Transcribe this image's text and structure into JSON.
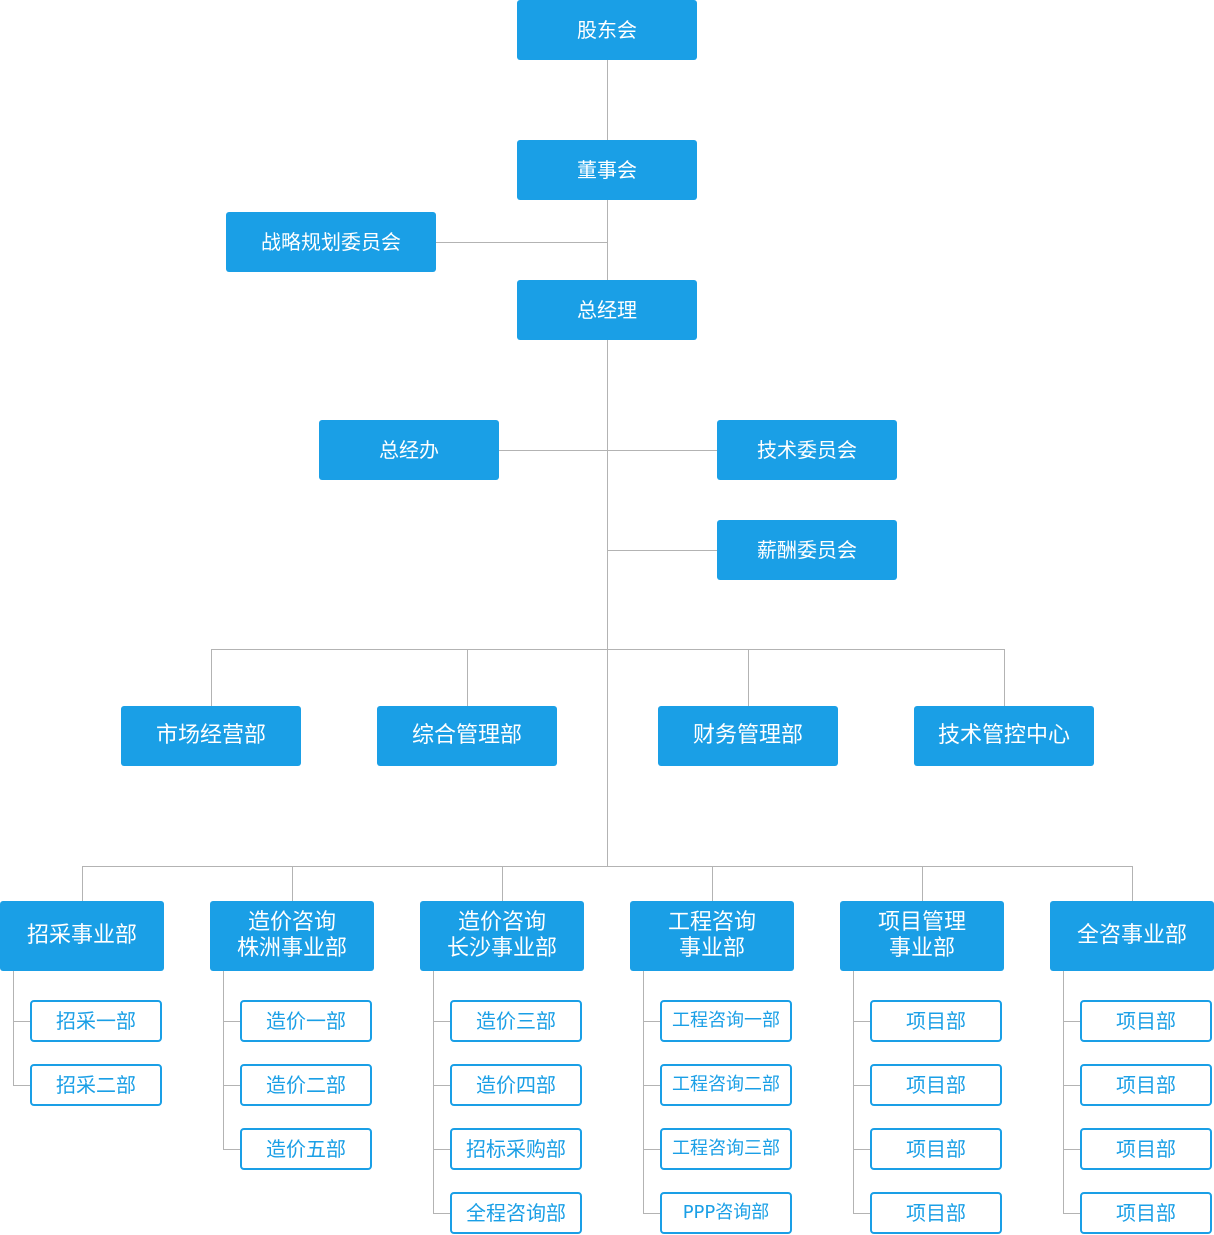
{
  "top": {
    "shareholders": "股东会",
    "board": "董事会",
    "strategy_committee": "战略规划委员会",
    "general_manager": "总经理"
  },
  "gm_units": {
    "gm_office": "总经办",
    "tech_committee": "技术委员会",
    "salary_committee": "薪酬委员会"
  },
  "functional_depts": [
    "市场经营部",
    "综合管理部",
    "财务管理部",
    "技术管控中心"
  ],
  "business_divisions": [
    {
      "name": "招采事业部",
      "subs": [
        "招采一部",
        "招采二部"
      ]
    },
    {
      "name": "造价咨询\n株洲事业部",
      "subs": [
        "造价一部",
        "造价二部",
        "造价五部"
      ]
    },
    {
      "name": "造价咨询\n长沙事业部",
      "subs": [
        "造价三部",
        "造价四部",
        "招标采购部",
        "全程咨询部"
      ]
    },
    {
      "name": "工程咨询\n事业部",
      "subs": [
        "工程咨询一部",
        "工程咨询二部",
        "工程咨询三部",
        "PPP咨询部"
      ]
    },
    {
      "name": "项目管理\n事业部",
      "subs": [
        "项目部",
        "项目部",
        "项目部",
        "项目部"
      ]
    },
    {
      "name": "全咨事业部",
      "subs": [
        "项目部",
        "项目部",
        "项目部",
        "项目部"
      ]
    }
  ],
  "colors": {
    "primary": "#1a9fe6",
    "connector": "#b3b3b3",
    "background": "#ffffff"
  }
}
